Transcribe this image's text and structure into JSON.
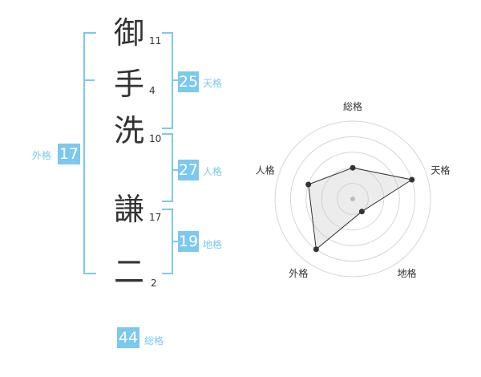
{
  "name": {
    "characters": [
      {
        "char": "御",
        "strokes": "11"
      },
      {
        "char": "手",
        "strokes": "4"
      },
      {
        "char": "洗",
        "strokes": "10"
      },
      {
        "char": "謙",
        "strokes": "17"
      },
      {
        "char": "二",
        "strokes": "2"
      }
    ]
  },
  "fortunes": {
    "tenkaku": {
      "value": "25",
      "label": "天格"
    },
    "jinkaku": {
      "value": "27",
      "label": "人格"
    },
    "chikaku": {
      "value": "19",
      "label": "地格"
    },
    "gaikaku": {
      "value": "17",
      "label": "外格"
    },
    "soukaku": {
      "value": "44",
      "label": "総格"
    }
  },
  "colors": {
    "accent": "#7cc8ee",
    "text": "#333333"
  },
  "chart_data": {
    "type": "radar",
    "axes": [
      "総格",
      "天格",
      "地格",
      "外格",
      "人格"
    ],
    "values": [
      2,
      4,
      1,
      4,
      3
    ],
    "rmax": 5,
    "grid": true
  }
}
